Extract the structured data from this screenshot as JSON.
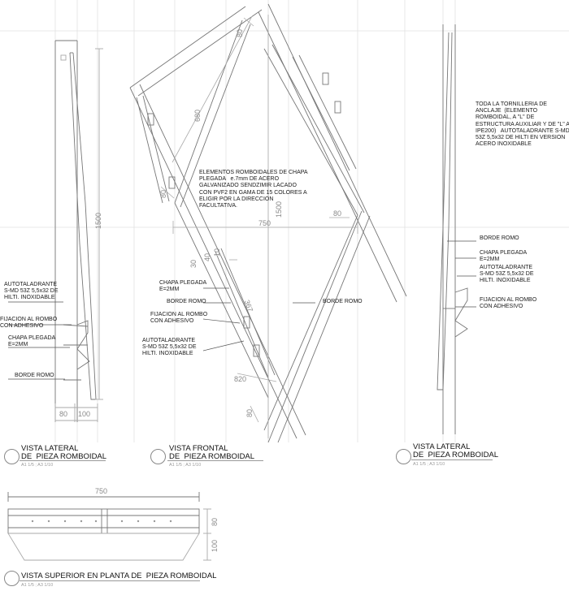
{
  "notes": {
    "frontal_main": "ELEMENTOS ROMBOIDALES DE CHAPA\nPLEGADA   e.7mm DE ACERO\nGALVANIZADO SENDZIMIR LACADO\nCON PVF2 EN GAMA DE 15 COLORES A\nELIGIR POR LA DIRECCION\nFACULTATIVA.",
    "right_top": "TODA LA TORNILLERIA DE\nANCLAJE  (ELEMENTO\nROMBOIDAL, A \"L\" DE\nESTRUCTURA AUXILIAR Y DE \"L\" A\nIPE200)   AUTOTALADRANTE S-MD\n53Z 5,5x32 DE HILTI EN VERSION\nACERO INOXIDABLE",
    "left_autotaladrante": "AUTOTALADRANTE\nS-MD 53Z 5,5x32 DE\nHILTI. INOXIDABLE",
    "left_fijacion": "FIJACION AL ROMBO\nCON ADHESIVO",
    "left_chapa": "CHAPA PLEGADA\nE=2MM",
    "left_borde": "BORDE ROMO",
    "mid_chapa": "CHAPA PLEGADA\nE=2MM",
    "mid_borde": "BORDE ROMO",
    "mid_fijacion": "FIJACION AL ROMBO\nCON ADHESIVO",
    "mid_autotaladrante": "AUTOTALADRANTE\nS-MD 53Z 5,5x32 DE\nHILTI. INOXIDABLE",
    "center_borde": "BORDE ROMO",
    "right_borde": "BORDE ROMO",
    "right_chapa": "CHAPA PLEGADA\nE=2MM",
    "right_autotaladrante": "AUTOTALADRANTE\nS-MD 53Z 5,5x32 DE\nHILTI. INOXIDABLE",
    "right_fijacion": "FIJACION AL ROMBO\nCON ADHESIVO"
  },
  "dimensions": {
    "d80_top": "80",
    "d680": "680",
    "d80_left": "80",
    "d750": "750",
    "d80_right": "80",
    "d1500_center": "1500",
    "d1500_left": "1500",
    "d30": "30",
    "d40": "40",
    "d10": "10",
    "d367": "367",
    "d820": "820",
    "d80_bottom": "80",
    "d80_base": "80",
    "d100_base": "100",
    "d750_plan": "750",
    "d80_plan": "80",
    "d100_plan": "100"
  },
  "titles": {
    "lateral_left": "VISTA LATERAL\nDE  PIEZA ROMBOIDAL",
    "frontal": "VISTA FRONTAL\nDE  PIEZA ROMBOIDAL",
    "lateral_right": "VISTA LATERAL\nDE  PIEZA ROMBOIDAL",
    "superior": "VISTA SUPERIOR EN PLANTA DE  PIEZA ROMBOIDAL"
  },
  "scales": {
    "lateral_left": "A1  1/5  ;  A3  1/10",
    "frontal": "A1  1/5  ;  A3  1/10",
    "lateral_right": "A1  1/5  ;  A3  1/10",
    "superior": "A1  1/5  ;  A3  1/10"
  }
}
